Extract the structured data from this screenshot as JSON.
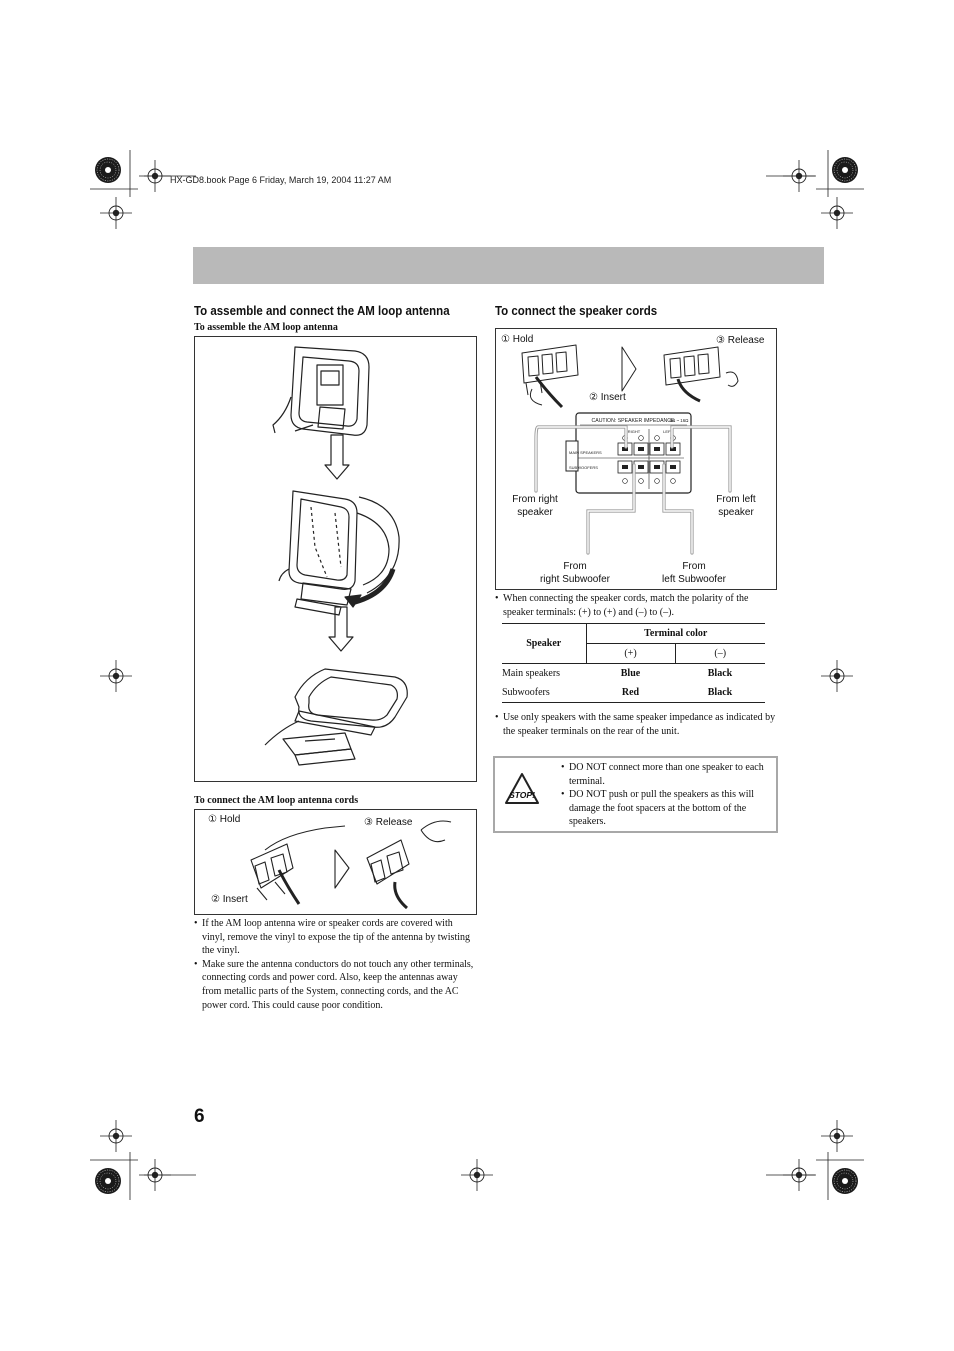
{
  "print_header": "HX-GD8.book  Page 6  Friday, March 19, 2004  11:27 AM",
  "left": {
    "heading": "To assemble and connect the AM loop antenna",
    "assemble_title": "To assemble the AM loop antenna",
    "connect_title": "To connect the AM loop antenna cords",
    "connect_labels": {
      "hold": "① Hold",
      "release": "③ Release",
      "insert": "② Insert"
    },
    "bullets": [
      "If the AM loop antenna wire or speaker cords are covered with vinyl, remove the vinyl to expose the tip of the antenna by twisting the vinyl.",
      "Make sure the antenna conductors do not touch any other terminals, connecting cords and power cord. Also, keep the antennas away from metallic parts of the System, connecting cords, and the AC power cord. This could cause poor condition."
    ]
  },
  "right": {
    "heading": "To connect the speaker cords",
    "diagram": {
      "hold": "① Hold",
      "release": "③ Release",
      "insert": "② Insert",
      "panel_caution": "CAUTION: SPEAKER IMPEDANCE",
      "panel_ohms": "6Ω ~ 16Ω",
      "panel_right": "RIGHT",
      "panel_left": "LEFT",
      "panel_main": "MAIN SPEAKERS",
      "panel_sub": "SUBWOOFERS",
      "from_right_speaker": "From right speaker",
      "from_left_speaker": "From left speaker",
      "from_right_sub_1": "From",
      "from_right_sub_2": "right Subwoofer",
      "from_left_sub_1": "From",
      "from_left_sub_2": "left Subwoofer"
    },
    "bullet1": "When connecting the speaker cords, match the polarity of the speaker terminals: (+) to (+) and (–) to (–).",
    "table": {
      "col_speaker": "Speaker",
      "col_terminal_color": "Terminal color",
      "col_plus": "(+)",
      "col_minus": "(–)",
      "rows": [
        {
          "speaker": "Main speakers",
          "plus": "Blue",
          "minus": "Black"
        },
        {
          "speaker": "Subwoofers",
          "plus": "Red",
          "minus": "Black"
        }
      ]
    },
    "bullet2": "Use only speakers with the same speaker impedance as indicated by the speaker terminals on the rear of the unit.",
    "caution": {
      "icon_text": "STOP!",
      "items": [
        "DO NOT connect more than one speaker to each terminal.",
        "DO NOT push or pull the speakers as this will damage the foot spacers at the bottom of the speakers."
      ]
    }
  },
  "page_number": "6"
}
